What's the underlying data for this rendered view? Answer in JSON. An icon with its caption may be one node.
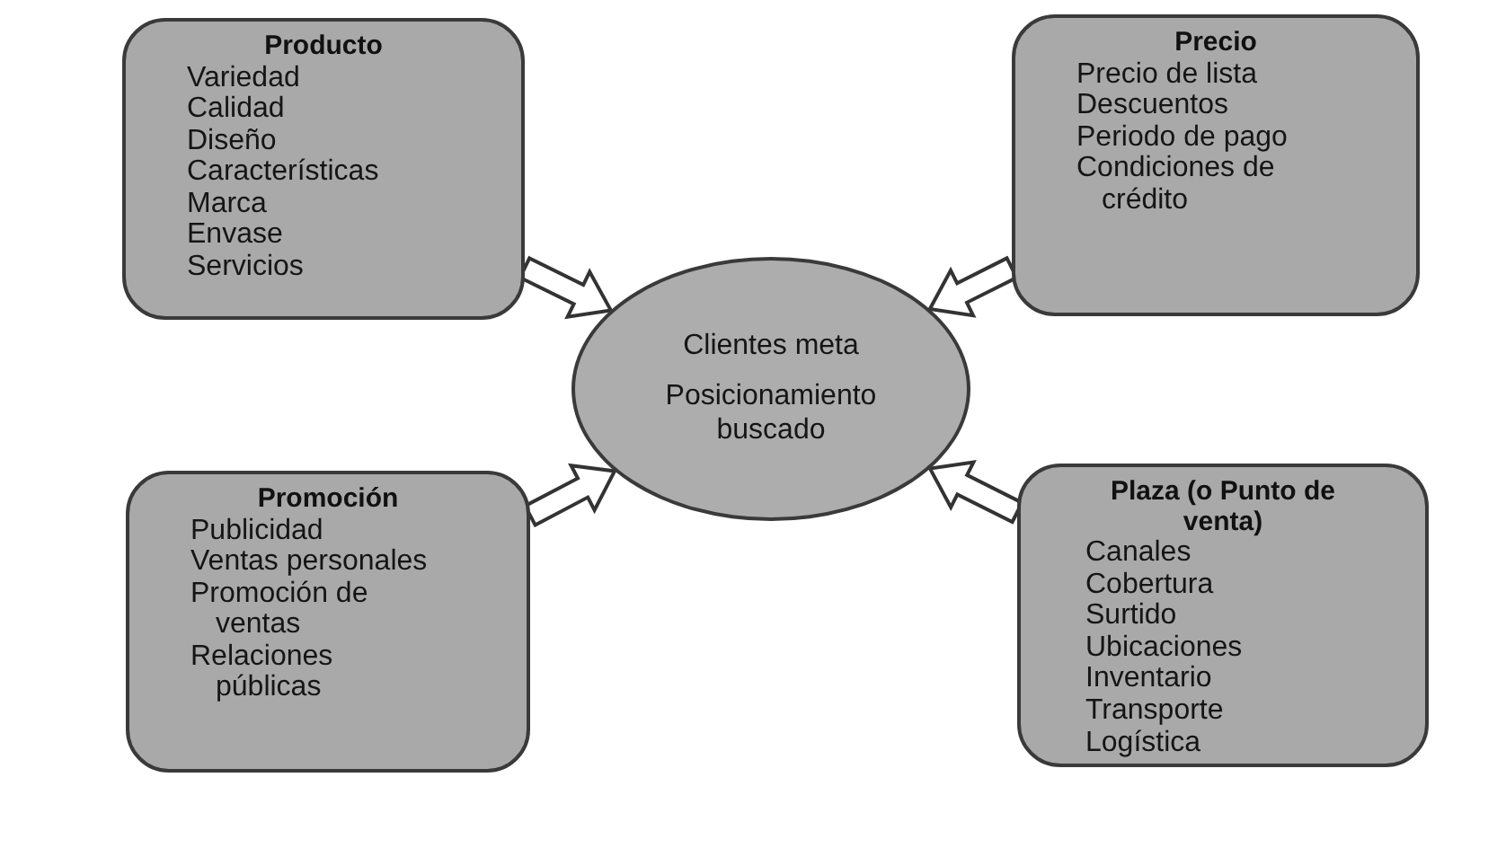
{
  "diagram": {
    "nodes": [
      {
        "text": [
          "Producto",
          "Variedad",
          "Calidad",
          "Diseño",
          "Características",
          "Marca",
          "Envase",
          "Servicios"
        ]
      },
      {
        "text": [
          "Precio",
          "Precio de lista",
          "Descuentos",
          "Periodo de pago",
          "Condiciones de crédito"
        ]
      },
      {
        "text": [
          "Clientes meta",
          "Posicionamiento buscado"
        ]
      },
      {
        "text": [
          "Promoción",
          "Publicidad",
          "Ventas personales",
          "Promoción de ventas",
          "Relaciones públicas"
        ]
      },
      {
        "text": [
          "Plaza (o Punto de venta)",
          "Canales",
          "Cobertura",
          "Surtido",
          "Ubicaciones",
          "Inventario",
          "Transporte",
          "Logística"
        ]
      }
    ],
    "edges": [
      {
        "from": 0,
        "to": 2,
        "arrow": "to"
      },
      {
        "from": 1,
        "to": 2,
        "arrow": "to"
      },
      {
        "from": 3,
        "to": 2,
        "arrow": "to"
      },
      {
        "from": 4,
        "to": 2,
        "arrow": "to"
      }
    ]
  }
}
